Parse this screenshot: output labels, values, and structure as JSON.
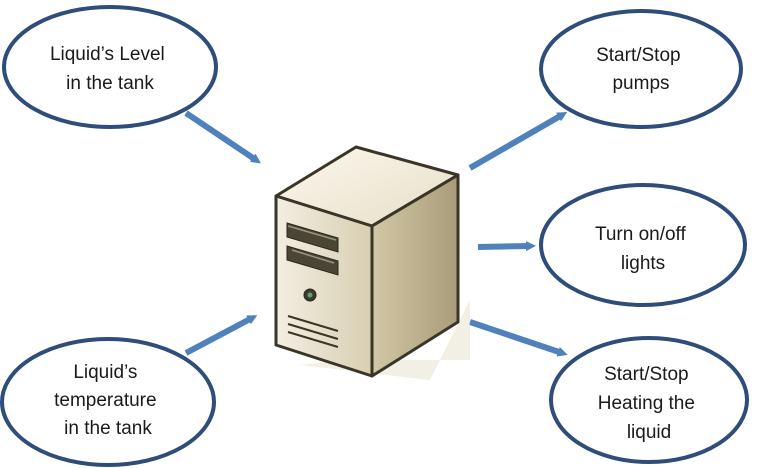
{
  "inputs": [
    {
      "lines": [
        "Liquid’s Level",
        "in the tank"
      ]
    },
    {
      "lines": [
        "Liquid’s",
        "temperature",
        "in the tank"
      ]
    }
  ],
  "outputs": [
    {
      "lines": [
        "Start/Stop",
        "pumps"
      ]
    },
    {
      "lines": [
        "Turn on/off",
        "lights"
      ]
    },
    {
      "lines": [
        "Start/Stop",
        "Heating the",
        "liquid"
      ]
    }
  ],
  "center": {
    "icon": "computer-tower-icon"
  },
  "colors": {
    "ellipse_stroke": "#2e4d7b",
    "arrow": "#4f81bd",
    "text": "#1a1a1a"
  }
}
